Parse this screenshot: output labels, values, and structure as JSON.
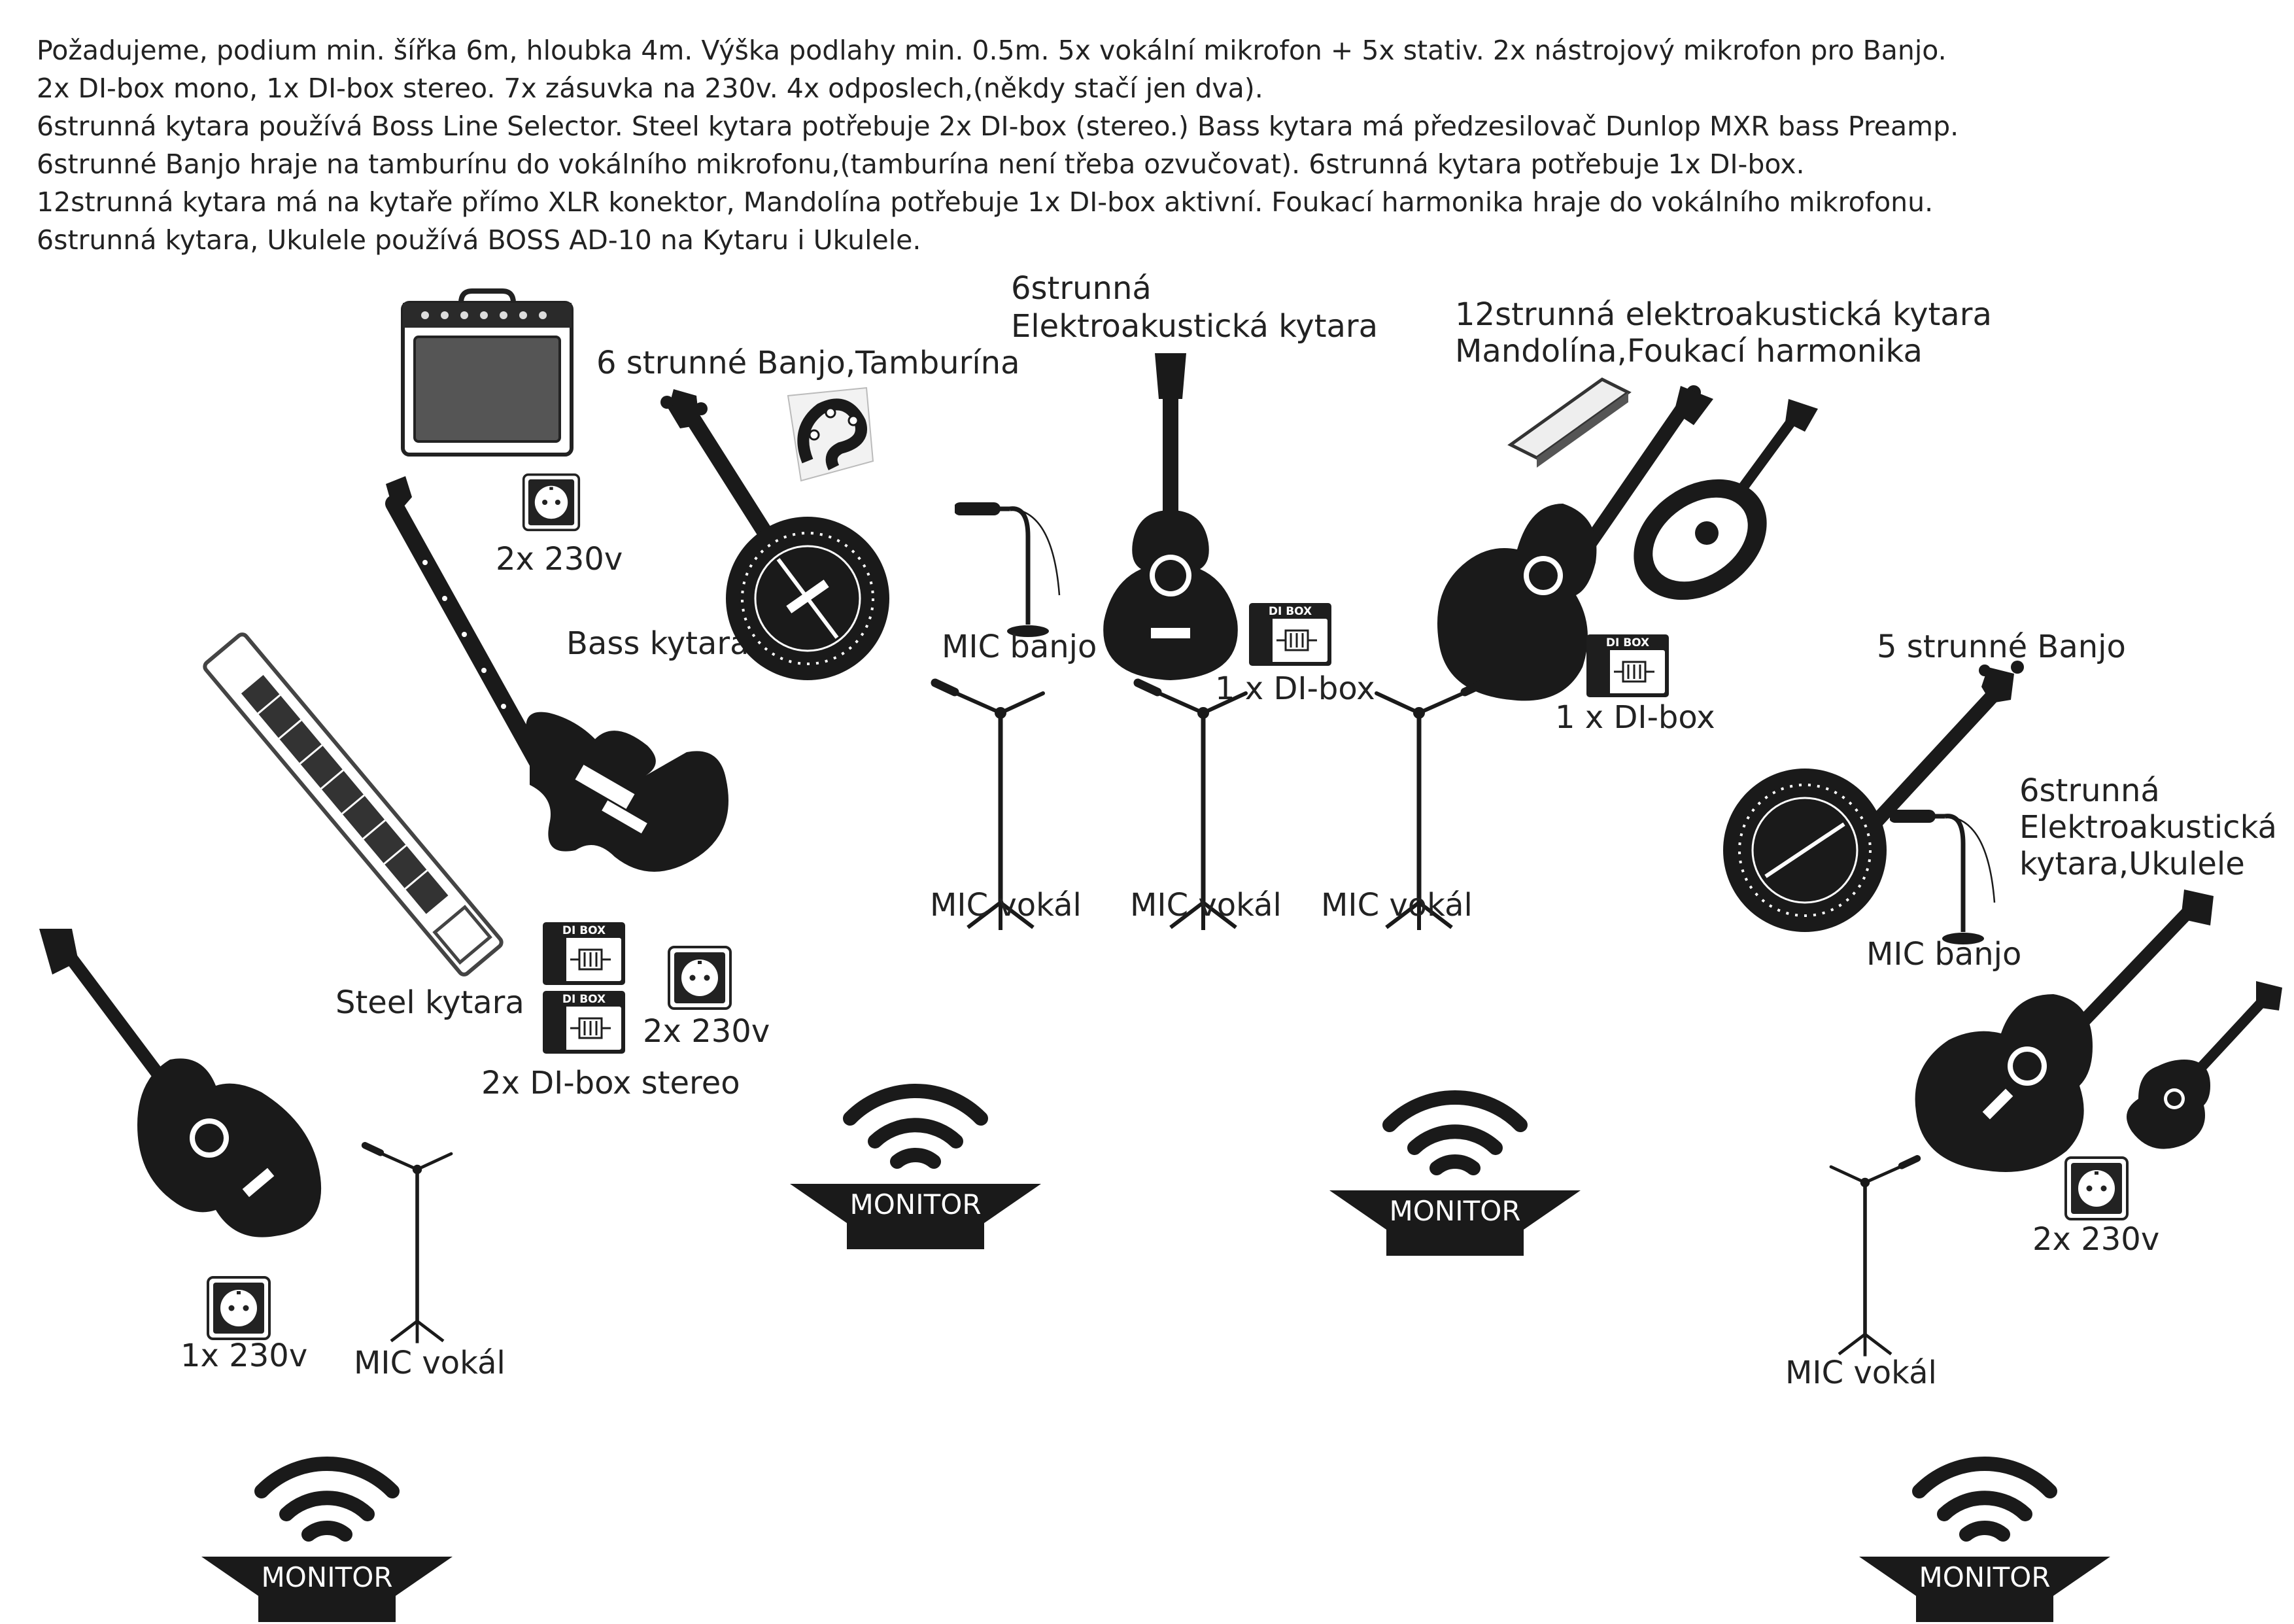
{
  "header": {
    "lines": [
      "Požadujeme, podium min. šířka 6m, hloubka 4m. Výška podlahy min. 0.5m. 5x vokální mikrofon + 5x stativ. 2x nástrojový mikrofon pro Banjo.",
      "2x DI-box mono, 1x DI-box stereo. 7x zásuvka na 230v. 4x odposlech,(někdy stačí jen dva).",
      "6strunná kytara používá Boss Line Selector. Steel kytara potřebuje 2x DI-box (stereo.) Bass kytara má předzesilovač Dunlop MXR bass Preamp.",
      "6strunné Banjo hraje na tamburínu do vokálního mikrofonu,(tamburína není třeba ozvučovat). 6strunná kytara potřebuje 1x DI-box.",
      "12strunná kytara má na kytaře přímo XLR konektor, Mandolína potřebuje 1x DI-box aktivní. Foukací harmonika hraje do vokálního mikrofonu.",
      "6strunná kytara, Ukulele používá BOSS AD-10 na Kytaru i Ukulele."
    ]
  },
  "labels": {
    "banjo6": "6 strunné Banjo,Tamburína",
    "guitar6_line1": "6strunná",
    "guitar6_line2": "Elektroakustická kytara",
    "guitar12_line1": "12strunná elektroakustická kytara",
    "guitar12_line2": "Mandolína,Foukací harmonika",
    "bass": "Bass kytara",
    "steel": "Steel kytara",
    "outlet_amp": "2x 230v",
    "outlet_steel": "2x 230v",
    "di_steel": "2x DI-box stereo",
    "di_center": "1 x DI-box",
    "di_right": "1 x DI-box",
    "mic_banjo_left": "MIC banjo",
    "mic_vocal_1": "MIC vokál",
    "mic_vocal_2": "MIC vokál",
    "mic_vocal_3": "MIC vokál",
    "mic_vocal_left": "MIC vokál",
    "mic_vocal_right": "MIC vokál",
    "outlet_left": "1x 230v",
    "banjo5": "5 strunné Banjo",
    "guitar_ukulele_line1": "6strunná",
    "guitar_ukulele_line2": "Elektroakustická",
    "guitar_ukulele_line3": "kytara,Ukulele",
    "mic_banjo_right": "MIC banjo",
    "outlet_right": "2x 230v"
  },
  "monitors": {
    "monitor_1": "MONITOR",
    "monitor_2": "MONITOR",
    "monitor_3": "MONITOR",
    "monitor_4": "MONITOR"
  },
  "di_box_text": "DI BOX",
  "icons": {
    "amp": "guitar-amp-icon",
    "outlet": "power-outlet-icon",
    "di_box": "di-box-icon",
    "monitor": "stage-monitor-icon",
    "boom_mic": "boom-mic-stand-icon",
    "short_mic": "short-mic-stand-icon"
  },
  "colors": {
    "ink": "#1a1a1a",
    "text": "#222222",
    "background": "#ffffff"
  }
}
